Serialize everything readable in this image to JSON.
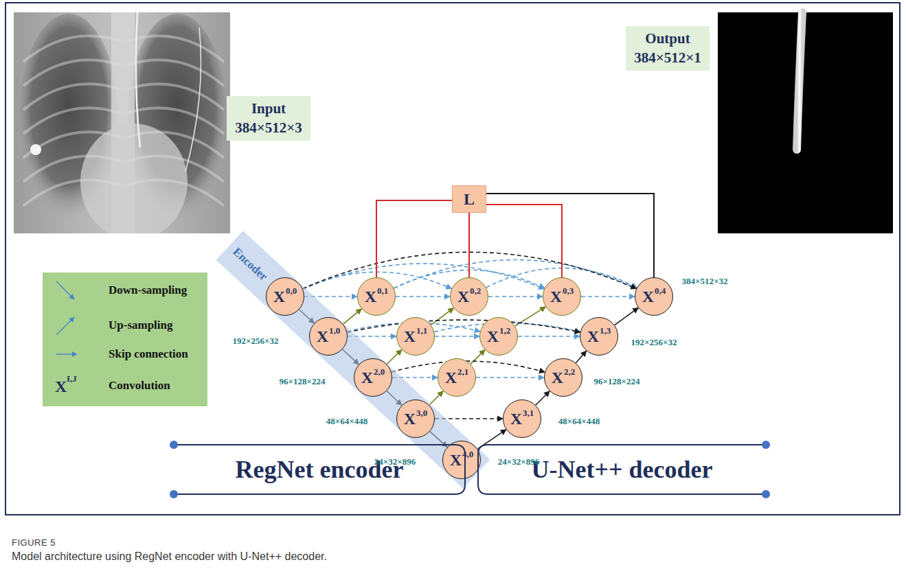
{
  "diagram": {
    "caption": "Model architecture using RegNet encoder with U-Net++ decoder.",
    "nodes": [
      {
        "text": [
          "Input",
          "384×512×3"
        ]
      },
      {
        "text": [
          "Output",
          "384×512×1"
        ]
      },
      {
        "text": [
          "L"
        ]
      },
      {
        "text": [
          "Encoder"
        ]
      },
      {
        "text": [
          "X",
          "0,0"
        ]
      },
      {
        "text": [
          "X",
          "0,1"
        ]
      },
      {
        "text": [
          "X",
          "0,2"
        ]
      },
      {
        "text": [
          "X",
          "0,3"
        ]
      },
      {
        "text": [
          "X",
          "0,4"
        ]
      },
      {
        "text": [
          "X",
          "1,0"
        ]
      },
      {
        "text": [
          "X",
          "1,1"
        ]
      },
      {
        "text": [
          "X",
          "1,2"
        ]
      },
      {
        "text": [
          "X",
          "1,3"
        ]
      },
      {
        "text": [
          "X",
          "2,0"
        ]
      },
      {
        "text": [
          "X",
          "2,1"
        ]
      },
      {
        "text": [
          "X",
          "2,2"
        ]
      },
      {
        "text": [
          "X",
          "3,0"
        ]
      },
      {
        "text": [
          "X",
          "3,1"
        ]
      },
      {
        "text": [
          "X",
          "4,0"
        ]
      },
      {
        "text": [
          "RegNet encoder"
        ]
      },
      {
        "text": [
          "U-Net++ decoder"
        ]
      }
    ],
    "edges": [
      {
        "from": 4,
        "to": 9,
        "arrow": "to"
      },
      {
        "from": 9,
        "to": 13,
        "arrow": "to"
      },
      {
        "from": 13,
        "to": 16,
        "arrow": "to"
      },
      {
        "from": 16,
        "to": 18,
        "arrow": "to"
      },
      {
        "from": 9,
        "to": 5,
        "arrow": "to"
      },
      {
        "from": 13,
        "to": 10,
        "arrow": "to"
      },
      {
        "from": 10,
        "to": 6,
        "arrow": "to"
      },
      {
        "from": 16,
        "to": 14,
        "arrow": "to"
      },
      {
        "from": 14,
        "to": 11,
        "arrow": "to"
      },
      {
        "from": 11,
        "to": 7,
        "arrow": "to"
      },
      {
        "from": 18,
        "to": 17,
        "arrow": "to"
      },
      {
        "from": 17,
        "to": 15,
        "arrow": "to"
      },
      {
        "from": 15,
        "to": 12,
        "arrow": "to"
      },
      {
        "from": 12,
        "to": 8,
        "arrow": "to"
      },
      {
        "from": 4,
        "to": 5,
        "arrow": "to"
      },
      {
        "from": 5,
        "to": 6,
        "arrow": "to"
      },
      {
        "from": 6,
        "to": 7,
        "arrow": "to"
      },
      {
        "from": 7,
        "to": 8,
        "arrow": "to"
      },
      {
        "from": 4,
        "to": 6,
        "arrow": "to"
      },
      {
        "from": 4,
        "to": 7,
        "arrow": "to"
      },
      {
        "from": 5,
        "to": 7,
        "arrow": "to"
      },
      {
        "from": 5,
        "to": 8,
        "arrow": "to"
      },
      {
        "from": 6,
        "to": 8,
        "arrow": "to"
      },
      {
        "from": 4,
        "to": 8,
        "arrow": "to"
      },
      {
        "from": 9,
        "to": 10,
        "arrow": "to"
      },
      {
        "from": 10,
        "to": 11,
        "arrow": "to"
      },
      {
        "from": 11,
        "to": 12,
        "arrow": "to"
      },
      {
        "from": 9,
        "to": 11,
        "arrow": "to"
      },
      {
        "from": 10,
        "to": 12,
        "arrow": "to"
      },
      {
        "from": 9,
        "to": 12,
        "arrow": "to"
      },
      {
        "from": 13,
        "to": 14,
        "arrow": "to"
      },
      {
        "from": 14,
        "to": 15,
        "arrow": "to"
      },
      {
        "from": 13,
        "to": 15,
        "arrow": "to"
      },
      {
        "from": 16,
        "to": 17,
        "arrow": "to"
      },
      {
        "from": 2,
        "to": 5,
        "arrow": "none"
      },
      {
        "from": 2,
        "to": 6,
        "arrow": "none"
      },
      {
        "from": 2,
        "to": 7,
        "arrow": "none"
      },
      {
        "from": 2,
        "to": 8,
        "arrow": "none"
      }
    ],
    "labels": [
      "192×256×32",
      "96×128×224",
      "48×64×448",
      "24×32×896",
      "24×32×896",
      "48×64×448",
      "96×128×224",
      "192×256×32",
      "384×512×32",
      "X",
      "I,J",
      "FIGURE 5"
    ],
    "legend": [
      {
        "text": "Down-sampling"
      },
      {
        "text": "Up-sampling"
      },
      {
        "text": "Skip connection"
      },
      {
        "text": "Convolution"
      }
    ]
  }
}
